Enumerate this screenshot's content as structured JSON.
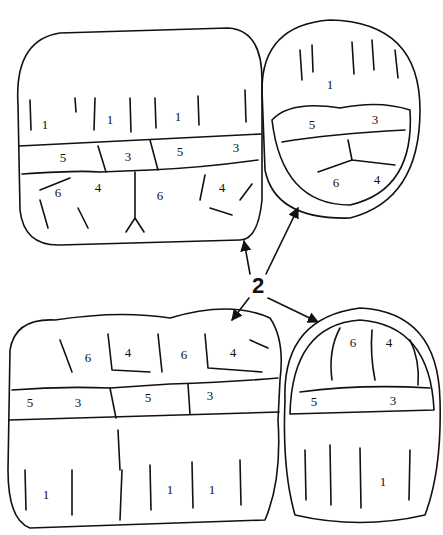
{
  "diagram": {
    "labels": [
      "1",
      "1",
      "1",
      "5",
      "3",
      "5",
      "3",
      "6",
      "4",
      "6",
      "4",
      "1",
      "5",
      "3",
      "6",
      "4",
      "2",
      "6",
      "4",
      "6",
      "4",
      "5",
      "3",
      "5",
      "3",
      "1",
      "1",
      "1",
      "6",
      "4",
      "5",
      "3",
      "1"
    ]
  }
}
